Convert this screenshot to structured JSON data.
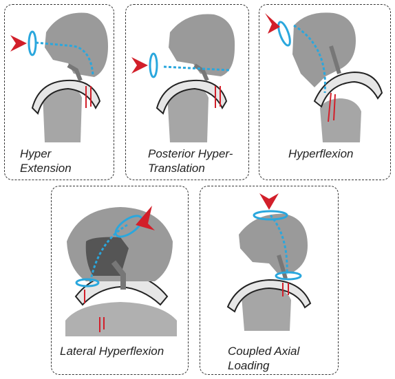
{
  "panels": [
    {
      "caption_line1": "Hyper",
      "caption_line2": "Extension"
    },
    {
      "caption_line1": "Posterior Hyper-",
      "caption_line2": "Translation"
    },
    {
      "caption_line1": "Hyperflexion",
      "caption_line2": ""
    },
    {
      "caption_line1": "Lateral Hyperflexion",
      "caption_line2": ""
    },
    {
      "caption_line1": "Coupled Axial",
      "caption_line2": "Loading"
    }
  ],
  "colors": {
    "helmet": "#9a9a9a",
    "body": "#a6a6a6",
    "brace": "#e8e8e8",
    "arrow": "#d21f2a",
    "ring": "#2aa7dd",
    "outline": "#222222"
  }
}
